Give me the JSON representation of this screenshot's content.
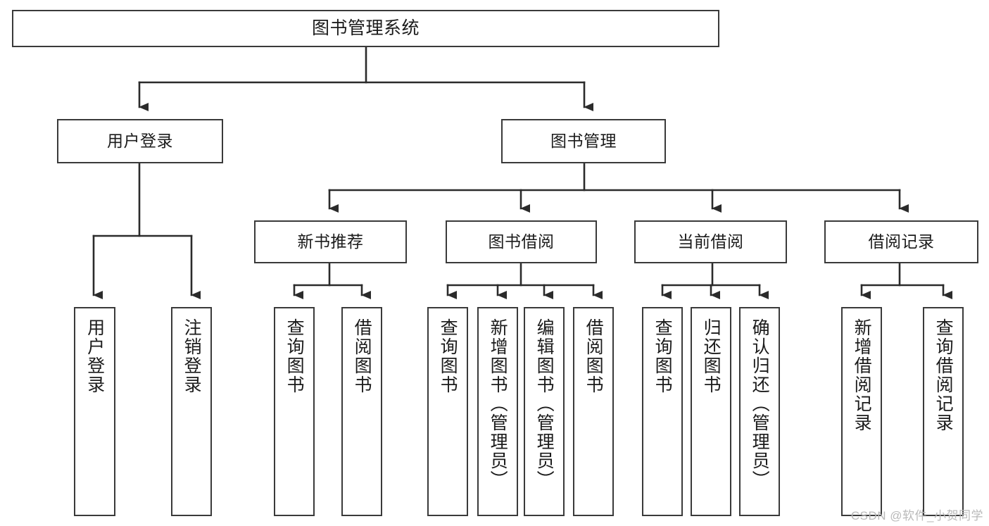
{
  "diagram": {
    "title": "图书管理系统",
    "type": "hierarchy-tree",
    "root": {
      "id": "root",
      "label": "图书管理系统"
    },
    "level1": [
      {
        "id": "user-login",
        "label": "用户登录"
      },
      {
        "id": "book-manage",
        "label": "图书管理"
      }
    ],
    "level2": [
      {
        "id": "new-book-rec",
        "label": "新书推荐",
        "parent": "book-manage"
      },
      {
        "id": "book-borrow",
        "label": "图书借阅",
        "parent": "book-manage"
      },
      {
        "id": "current-borrow",
        "label": "当前借阅",
        "parent": "book-manage"
      },
      {
        "id": "borrow-record",
        "label": "借阅记录",
        "parent": "book-manage"
      }
    ],
    "leaves": [
      {
        "id": "leaf-user-login",
        "label": "用户登录",
        "parent": "user-login"
      },
      {
        "id": "leaf-logout",
        "label": "注销登录",
        "parent": "user-login"
      },
      {
        "id": "leaf-query-book-1",
        "label": "查询图书",
        "parent": "new-book-rec"
      },
      {
        "id": "leaf-borrow-book-1",
        "label": "借阅图书",
        "parent": "new-book-rec"
      },
      {
        "id": "leaf-query-book-2",
        "label": "查询图书",
        "parent": "book-borrow"
      },
      {
        "id": "leaf-add-book",
        "label": "新增图书（管理员）",
        "parent": "book-borrow"
      },
      {
        "id": "leaf-edit-book",
        "label": "编辑图书（管理员）",
        "parent": "book-borrow"
      },
      {
        "id": "leaf-borrow-book-2",
        "label": "借阅图书",
        "parent": "book-borrow"
      },
      {
        "id": "leaf-query-book-3",
        "label": "查询图书",
        "parent": "current-borrow"
      },
      {
        "id": "leaf-return-book",
        "label": "归还图书",
        "parent": "current-borrow"
      },
      {
        "id": "leaf-confirm-return",
        "label": "确认归还（管理员）",
        "parent": "current-borrow"
      },
      {
        "id": "leaf-add-record",
        "label": "新增借阅记录",
        "parent": "borrow-record"
      },
      {
        "id": "leaf-query-record",
        "label": "查询借阅记录",
        "parent": "borrow-record"
      }
    ],
    "colors": {
      "stroke": "#3a3a3a",
      "text": "#1b1b1b",
      "background": "#ffffff",
      "watermark": "#b9b9b9"
    }
  },
  "watermark": {
    "text": "CSDN @软件_小贺同学"
  }
}
